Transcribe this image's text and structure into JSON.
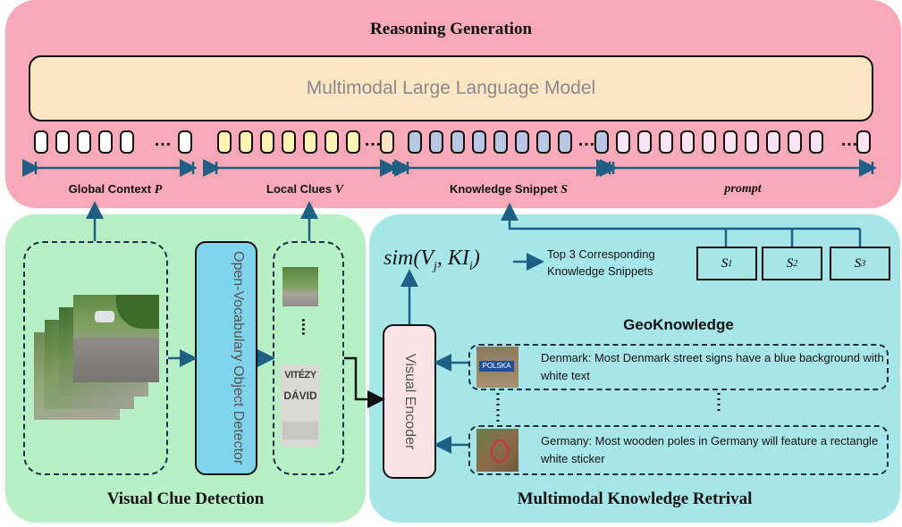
{
  "reasoning": {
    "title": "Reasoning Generation",
    "model_label": "Multimodal Large Language Model"
  },
  "segments": {
    "global": "Global Context",
    "global_var": "P",
    "local": "Local Clues",
    "local_var": "V",
    "knowledge": "Knowledge Snippet",
    "knowledge_var": "S",
    "prompt": "prompt"
  },
  "visual_detection": {
    "title": "Visual Clue Detection",
    "detector_label": "Open-Vocabulary Object Detector",
    "ellipsis": "...."
  },
  "knowledge_retrieval": {
    "title": "Multimodal Knowledge Retrival",
    "sim_label": "sim(V_j, KI_i)",
    "top3": "Top 3 Corresponding Knowledge Snippets",
    "snippets": [
      "S1",
      "S2",
      "S3"
    ],
    "encoder_label": "Visual Encoder",
    "geoknowledge_title": "GeoKnowledge",
    "entries": [
      {
        "text": "Denmark: Most Denmark street signs have a blue background with white text",
        "sign": "POLSKA"
      },
      {
        "text": "Germany: Most wooden poles in Germany will feature a rectangle white sticker"
      }
    ]
  },
  "clue_image": {
    "lines": [
      "VITÉZY",
      "DÁVID"
    ]
  },
  "colors": {
    "reasoning_bg": "#f8a9b8",
    "detection_bg": "#b8f0c6",
    "retrieval_bg": "#a7e6e8",
    "llm_bg": "#fde6c4",
    "detector_bg": "#7fd3ea",
    "encoder_bg": "#fbe3e6",
    "arrow": "#1d5f85"
  }
}
